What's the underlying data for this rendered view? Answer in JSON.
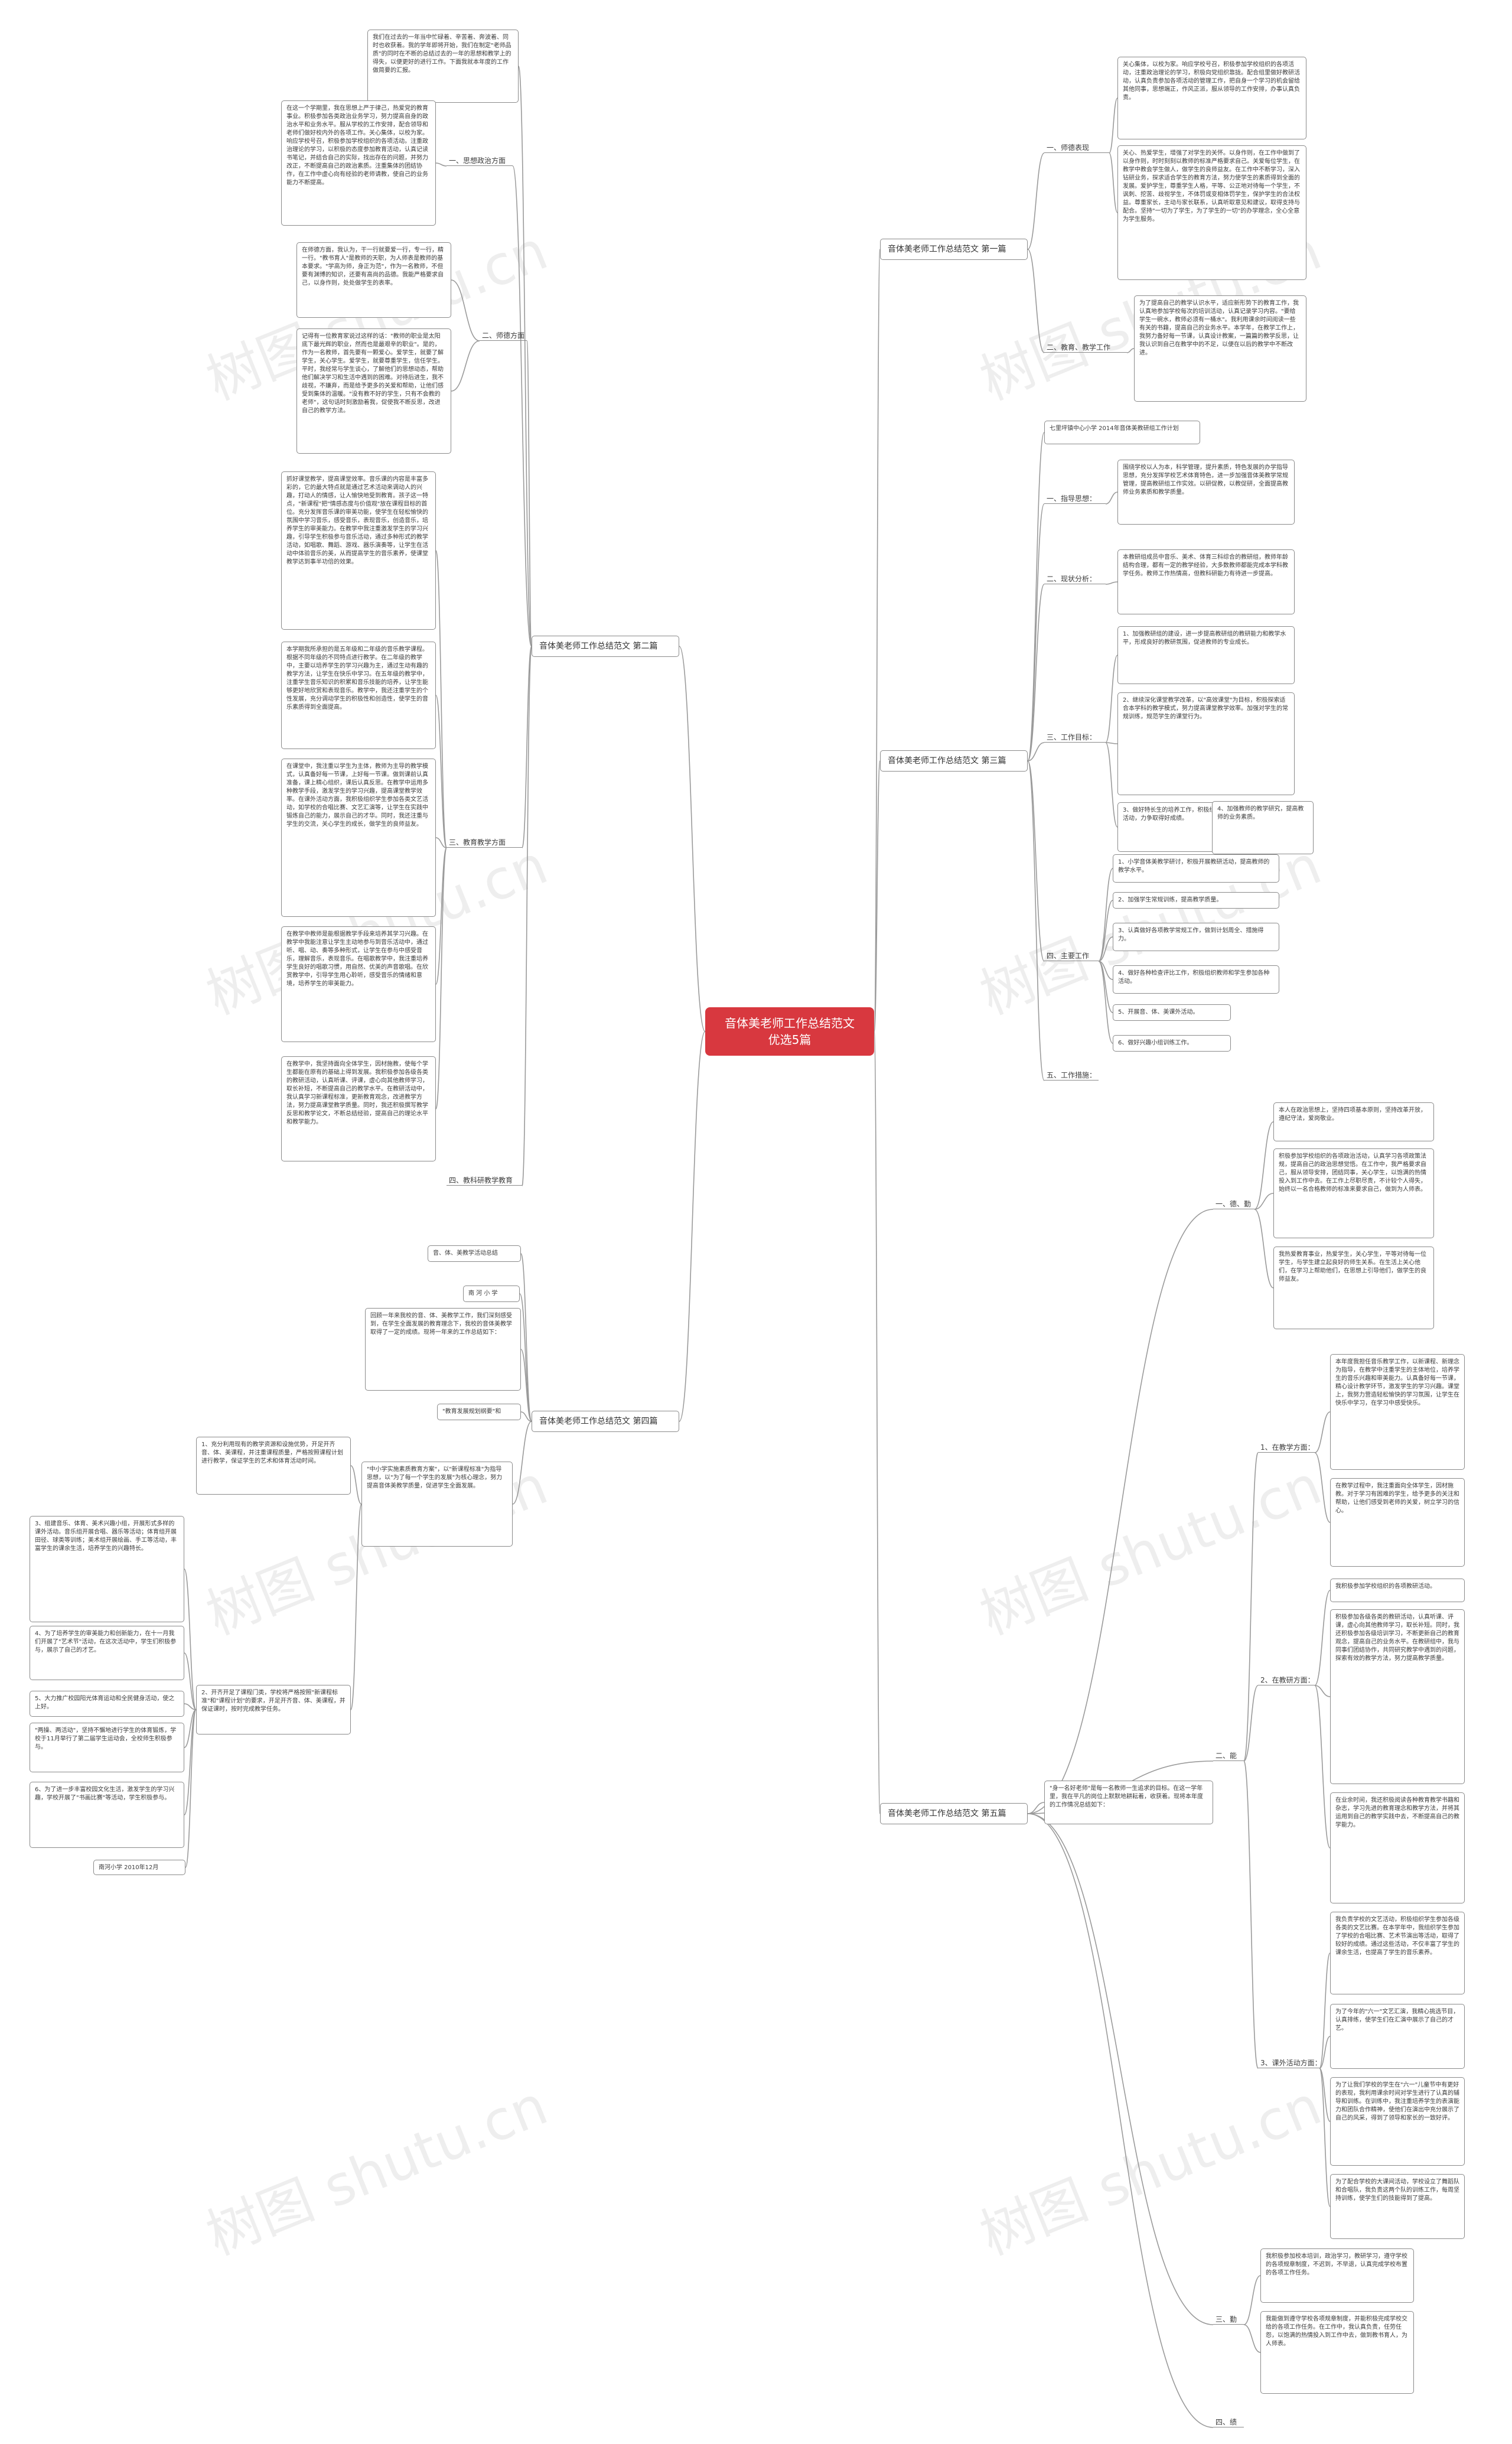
{
  "root": "音体美老师工作总结范文\n优选5篇",
  "watermark": "树图 shutu.cn",
  "branches": {
    "b1": {
      "title": "音体美老师工作总结范文 第一篇",
      "c1": "一、师德表现",
      "c1_text": "关心集体，以校为家。响应学校号召，积极参加学校组织的各项活动，注重政治理论的学习，积极向党组织靠拢。配合组里做好教研活动，认真负责参加各项活动的管理工作，把自身一个学习的机会留给其他同事，思想端正，作风正派，服从领导的工作安排，办事认真负责。",
      "c1_text2": "关心、热爱学生，增强了对学生的关怀。以身作则，在工作中做到了以身作则，时时刻刻以教师的标准严格要求自己。关爱每位学生，在教学中教会学生做人，做学生的良师益友。在工作中不断学习，深入钻研业务，探求适合学生的教育方法，努力使学生的素质得到全面的发展。爱护学生，尊重学生人格，平等、公正地对待每一个学生，不讽刺、挖苦、歧视学生，不体罚或变相体罚学生，保护学生的合法权益。尊重家长，主动与家长联系，认真听取意见和建议，取得支持与配合。坚持\"一切为了学生，为了学生的一切\"的办学理念，全心全意为学生服务。",
      "c2": "二、教育、教学工作",
      "c2_text": "为了提高自己的教学认识水平，适应新形势下的教育工作，我认真地参加学校每次的培训活动，认真记录学习内容。\"要给学生一碗水，教师必须有一桶水\"。我利用课余时间阅读一些有关的书籍，提高自己的业务水平。本学年，在教学工作上，我努力备好每一节课，认真设计教案，一篇篇的教学反思，让我认识到自己在教学中的不足，以便在以后的教学中不断改进。"
    },
    "b2": {
      "title": "音体美老师工作总结范文 第二篇",
      "intro": "我们在过去的一年当中忙碌着、辛苦着、奔波着、同时也收获着。我的学年即将开始，我们在制定\"老师品质\"的同时在不断的总结过去的一年的思想和教学上的得失，以便更好的进行工作。下面我就本年度的工作做简要的汇报。",
      "c1": "一、思想政治方面",
      "c1_text": "在这一个学期里，我在思想上严于律己，热爱党的教育事业。积极参加各类政治业务学习，努力提高自身的政治水平和业务水平。服从学校的工作安排，配合领导和老师们做好校内外的各项工作。关心集体，以校为家。响应学校号召，积极参加学校组织的各项活动。注重政治理论的学习，以积极的态度参加教育活动，认真记读书笔记，并结合自己的实际，找出存在的问题，并努力改正，不断提高自己的政治素质。注重集体的团结协作，在工作中虚心向有经验的老师请教，使自己的业务能力不断提高。",
      "c2": "二、师德方面",
      "c2_text1": "在师德方面，我认为，干一行就要爱一行，专一行，精一行。\"教书育人\"是教师的天职，为人师表是教师的基本要求。\"学高为师，身正为范\"，作为一名教师，不但要有渊博的知识，还要有高尚的品德。我能严格要求自己，以身作则，处处做学生的表率。",
      "c2_text2": "记得有一位教育家说过这样的话：\"教师的职业是太阳底下最光辉的职业，然而也是最艰辛的职业\"。是的，作为一名教师，首先要有一颗爱心。爱学生，就要了解学生，关心学生。爱学生，就要尊重学生，信任学生。平时，我经常与学生谈心，了解他们的思想动态，帮助他们解决学习和生活中遇到的困难。对待后进生，我不歧视，不嫌弃，而是给予更多的关爱和帮助，让他们感受到集体的温暖。\"没有教不好的学生，只有不会教的老师\"，这句话时刻激励着我，促使我不断反思，改进自己的教学方法。",
      "c3_text1": "抓好课堂教学，提高课堂效率。音乐课的内容是丰富多彩的，它的最大特点就是通过艺术活动来调动人的兴趣，打动人的情感，让人愉快地受到教育。孩子这一特点，\"新课程\"把\"情感态度与价值观\"放在课程目标的首位。充分发挥音乐课的审美功能，使学生在轻松愉快的氛围中学习音乐，感受音乐，表现音乐，创造音乐，培养学生的审美能力。在教学中我注重激发学生的学习兴趣，引导学生积极参与音乐活动，通过多种形式的教学活动，如唱歌、舞蹈、游戏、器乐演奏等，让学生在活动中体验音乐的美，从而提高学生的音乐素养，使课堂教学达到事半功倍的效果。",
      "c3_text2": "本学期我所承担的是五年级和二年级的音乐教学课程。根据不同年级的不同特点进行教学。在二年级的教学中，主要以培养学生的学习兴趣为主，通过生动有趣的教学方法，让学生在快乐中学习。在五年级的教学中，注重学生音乐知识的积累和音乐技能的培养，让学生能够更好地欣赏和表现音乐。教学中，我还注重学生的个性发展，充分调动学生的积极性和创造性，使学生的音乐素质得到全面提高。",
      "c3_text3": "在课堂中，我注重以学生为主体，教师为主导的教学模式，认真备好每一节课，上好每一节课。做到课前认真准备，课上精心组织，课后认真反思。在教学中运用多种教学手段，激发学生的学习兴趣，提高课堂教学效率。在课外活动方面，我积极组织学生参加各类文艺活动，如学校的合唱比赛、文艺汇演等，让学生在实践中锻炼自己的能力，展示自己的才华。同时，我还注重与学生的交流，关心学生的成长，做学生的良师益友。",
      "c3": "三、教育教学方面",
      "c3_text4": "在教学中教师是能根据教学手段来培养其学习兴趣。在教学中我能注意让学生主动地参与到音乐活动中，通过听、唱、动、奏等多种形式，让学生在参与中感受音乐，理解音乐，表现音乐。在唱歌教学中，我注重培养学生良好的唱歌习惯，用自然、优美的声音歌唱。在欣赏教学中，引导学生用心聆听，感受音乐的情绪和意境，培养学生的审美能力。",
      "c3_text5": "在教学中，我坚持面向全体学生，因材施教，使每个学生都能在原有的基础上得到发展。我积极参加各级各类的教研活动，认真听课、评课，虚心向其他教师学习，取长补短，不断提高自己的教学水平。在教研活动中，我认真学习新课程标准，更新教育观念，改进教学方法，努力提高课堂教学质量。同时，我还积极撰写教学反思和教学论文，不断总结经验，提高自己的理论水平和教学能力。",
      "c4": "四、教科研教学教育"
    },
    "b4": {
      "title": "音体美老师工作总结范文 第四篇",
      "c1": "音、体、美教学活动总结",
      "c2": "南 河 小 学",
      "intro": "回顾一年来我校的音、体、美教学工作，我们深刻感受到，在学生全面发展的教育理念下，我校的音体美教学取得了一定的成绩。现将一年来的工作总结如下：",
      "c3": "\"教育发展规划纲要\"和",
      "c3_text": "\"中小学实施素质教育方案\"，以\"新课程标准\"为指导思想，以\"为了每一个学生的发展\"为核心理念，努力提高音体美教学质量，促进学生全面发展。",
      "l1": "1、充分利用现有的教学资源和设施优势，开足开齐音、体、美课程，并注重课程质量，严格按照课程计划进行教学，保证学生的艺术和体育活动时间。",
      "l2": "2、开齐开足了课程门类，学校将严格按照\"新课程标准\"和\"课程计划\"的要求，开足开齐音、体、美课程，并保证课时，按时完成教学任务。",
      "s1": "3、组建音乐、体育、美术兴趣小组，开展形式多样的课外活动。音乐组开展合唱、器乐等活动；体育组开展田径、球类等训练；美术组开展绘画、手工等活动，丰富学生的课余生活，培养学生的兴趣特长。",
      "s2": "4、为了培养学生的审美能力和创新能力，在十一月我们开展了\"艺术节\"活动，在这次活动中，学生们积极参与，展示了自己的才艺。",
      "s3": "5、大力推广校园阳光体育运动和全民健身活动，使之上好。",
      "s4": "\"两操、两活动\"，坚持不懈地进行学生的体育锻炼，学校于11月举行了第二届学生运动会，全校师生积极参与。",
      "s5": "6、为了进一步丰富校园文化生活，激发学生的学习兴趣，学校开展了\"书画比赛\"等活动，学生积极参与。",
      "sign": "南河小学 2010年12月"
    },
    "b3": {
      "title": "音体美老师工作总结范文 第三篇",
      "intro": "七里坪镇中心小学 2014年音体美教研组工作计划",
      "c1": "一、指导思想：",
      "c1_text": "围绕学校以人为本，科学管理，提升素质，特色发展的办学指导思想，充分发挥学校艺术体育特色，进一步加强音体美教学常规管理，提高教研组工作实效。以研促教，以教促研，全面提高教师业务素质和教学质量。",
      "c2": "二、现状分析：",
      "c2_text": "本教研组成员中音乐、美术、体育三科综合的教研组，教师年龄结构合理，都有一定的教学经验，大多数教师都能完成本学科教学任务。教师工作热情高，但教科研能力有待进一步提高。",
      "c3": "三、工作目标：",
      "c3_t1": "1、加强教研组的建设，进一步提高教研组的教研能力和教学水平，形成良好的教研氛围，促进教师的专业成长。",
      "c3_t2": "2、继续深化课堂教学改革，以\"高效课堂\"为目标，积极探索适合本学科的教学模式，努力提高课堂教学效率。加强对学生的常规训练，规范学生的课堂行为。",
      "c3_t3": "3、做好特长生的培养工作，积极组织学生参加各级各类的比赛活动，力争取得好成绩。",
      "c3_t4": "4、加强教师的教学研究，提高教师的业务素质。",
      "c4": "四、主要工作",
      "c4_t1": "1、小学音体美教学研讨，积极开展教研活动，提高教师的教学水平。",
      "c4_t2": "2、加强学生常规训练，提高教学质量。",
      "c4_t3": "3、认真做好各项教学常规工作，做到计划周全、措施得力。",
      "c4_t4": "4、做好各种检查评比工作，积极组织教师和学生参加各种活动。",
      "c4_t5": "5、开展音、体、美课外活动。",
      "c4_t6": "6、做好兴趣小组训练工作。",
      "c5": "五、工作措施："
    },
    "b5": {
      "title": "音体美老师工作总结范文 第五篇",
      "intro": "\"身一名好老师\"是每一名教师一生追求的目标。在这一学年里，我在平凡的岗位上默默地耕耘着，收获着。现将本年度的工作情况总结如下：",
      "c1": "一、德、勤",
      "c1_t1": "本人在政治思想上，坚持四项基本原则，坚持改革开放，遵纪守法，爱岗敬业。",
      "c1_t2": "积极参加学校组织的各项政治活动，认真学习各项政策法规，提高自己的政治思想觉悟。在工作中，我严格要求自己，服从领导安排，团结同事，关心学生，以饱满的热情投入到工作中去。在工作上尽职尽责，不计较个人得失，始终以一名合格教师的标准来要求自己，做到为人师表。",
      "c1_t3": "我热爱教育事业，热爱学生，关心学生，平等对待每一位学生，与学生建立起良好的师生关系。在生活上关心他们，在学习上帮助他们，在思想上引导他们，做学生的良师益友。",
      "c2": "二、能",
      "c2_1": "1、在教学方面：",
      "c2_1_t1": "本年度我担任音乐教学工作，以新课程、新理念为指导，在教学中注重学生的主体地位，培养学生的音乐兴趣和审美能力。认真备好每一节课，精心设计教学环节，激发学生的学习兴趣。课堂上，我努力营造轻松愉快的学习氛围，让学生在快乐中学习，在学习中感受快乐。",
      "c2_1_t2": "在教学过程中，我注重面向全体学生，因材施教。对于学习有困难的学生，给予更多的关注和帮助，让他们感受到老师的关爱，树立学习的信心。",
      "c2_2": "2、在教研方面：",
      "c2_2_t1": "我积极参加学校组织的各项教研活动。",
      "c2_2_t2": "积极参加各级各类的教研活动，认真听课、评课，虚心向其他教师学习，取长补短。同时，我还积极参加各级培训学习，不断更新自己的教育观念，提高自己的业务水平。在教研组中，我与同事们团结协作，共同研究教学中遇到的问题，探索有效的教学方法，努力提高教学质量。",
      "c2_2_t3": "在业余时间，我还积极阅读各种教育教学书籍和杂志，学习先进的教育理念和教学方法，并将其运用到自己的教学实践中去，不断提高自己的教学能力。",
      "c2_3": "3、课外活动方面：",
      "c2_3_t1": "我负责学校的文艺活动，积极组织学生参加各级各类的文艺比赛。在本学年中，我组织学生参加了学校的合唱比赛、艺术节演出等活动，取得了较好的成绩。通过这些活动，不仅丰富了学生的课余生活，也提高了学生的音乐素养。",
      "c2_3_t2": "为了今年的\"六一\"文艺汇演，我精心挑选节目，认真排练，使学生们在汇演中展示了自己的才艺。",
      "c2_3_t3": "为了让我们学校的学生在\"六一\"儿童节中有更好的表现，我利用课余时间对学生进行了认真的辅导和训练。在训练中，我注重培养学生的表演能力和团队合作精神，使他们在演出中充分展示了自己的风采，得到了领导和家长的一致好评。",
      "c2_3_t4": "为了配合学校的大课间活动，学校设立了舞蹈队和合唱队，我负责这两个队的训练工作，每周坚持训练，使学生们的技能得到了提高。",
      "c3": "三、勤",
      "c3_t1": "我积极参加校本培训，政治学习，教研学习，遵守学校的各项规章制度，不迟到，不早退，认真完成学校布置的各项工作任务。",
      "c3_t2": "我能做到遵守学校各项规章制度，并能积极完成学校交给的各项工作任务。在工作中，我认真负责，任劳任怨，以饱满的热情投入到工作中去，做到教书育人，为人师表。",
      "c4": "四、绩"
    }
  }
}
